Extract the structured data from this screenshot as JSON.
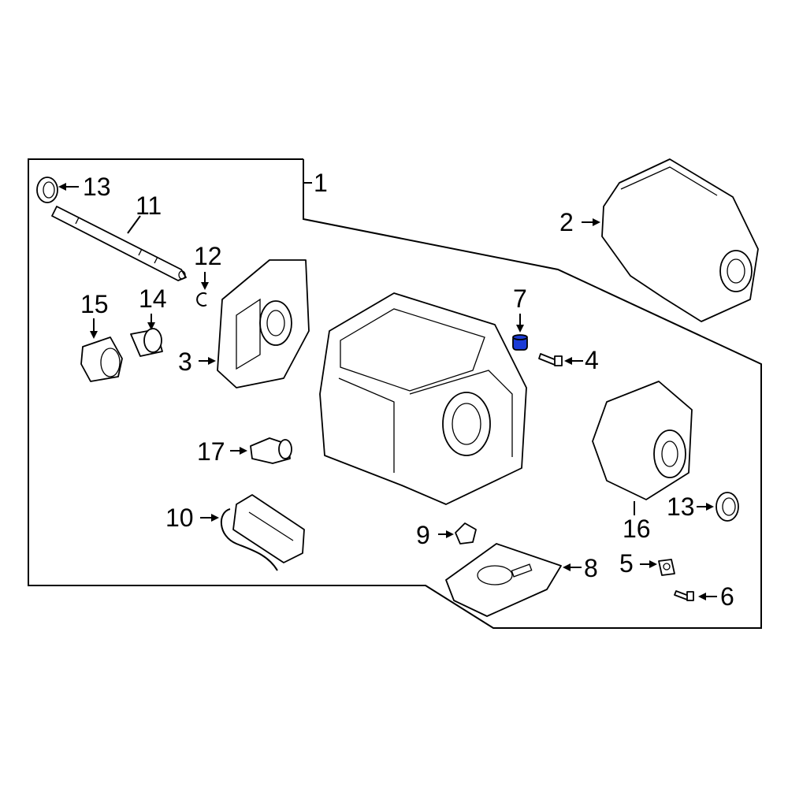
{
  "diagram": {
    "callouts": [
      {
        "id": "1",
        "label": "1"
      },
      {
        "id": "2",
        "label": "2"
      },
      {
        "id": "3",
        "label": "3"
      },
      {
        "id": "4",
        "label": "4"
      },
      {
        "id": "5",
        "label": "5"
      },
      {
        "id": "6",
        "label": "6"
      },
      {
        "id": "7",
        "label": "7"
      },
      {
        "id": "8",
        "label": "8"
      },
      {
        "id": "9",
        "label": "9"
      },
      {
        "id": "10",
        "label": "10"
      },
      {
        "id": "11",
        "label": "11"
      },
      {
        "id": "12",
        "label": "12"
      },
      {
        "id": "13a",
        "label": "13"
      },
      {
        "id": "13b",
        "label": "13"
      },
      {
        "id": "14",
        "label": "14"
      },
      {
        "id": "15",
        "label": "15"
      },
      {
        "id": "16",
        "label": "16"
      },
      {
        "id": "17",
        "label": "17"
      }
    ],
    "highlighted_part": "7",
    "colors": {
      "highlight": "#1b3bd6",
      "line": "#000000",
      "background": "#ffffff"
    }
  }
}
